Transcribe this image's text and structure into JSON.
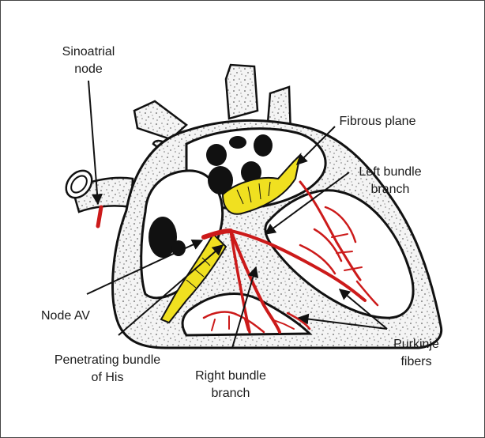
{
  "labels": {
    "sinoatrial": [
      "Sinoatrial",
      "node"
    ],
    "fibrous": "Fibrous plane",
    "left_bundle": [
      "Left bundle",
      "branch"
    ],
    "node_av": "Node AV",
    "penetrating": [
      "Penetrating bundle",
      "of His"
    ],
    "right_bundle": [
      "Right bundle",
      "branch"
    ],
    "purkinje": [
      "Purkinje",
      "fibers"
    ]
  },
  "colors": {
    "outline": "#111111",
    "wall_speckle": "#f2f2f2",
    "dark_openings": "#111111",
    "conduction_fibers": "#cc1a1a",
    "fibrous_plane": "#f0e020"
  }
}
